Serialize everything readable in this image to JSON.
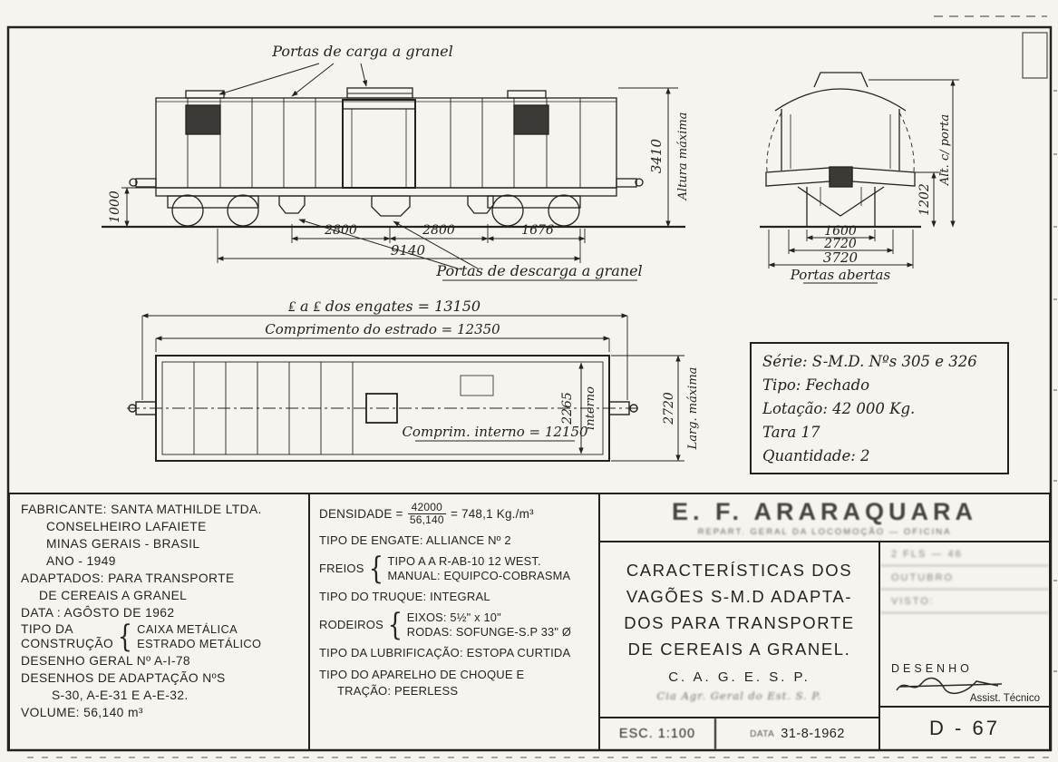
{
  "drawing": {
    "side_view": {
      "portas_carga": "Portas de carga a granel",
      "portas_descarga": "Portas de descarga a granel",
      "dim_1000": "1000",
      "dim_2800_a": "2800",
      "dim_2800_b": "2800",
      "dim_1676": "1676",
      "dim_9140": "9140",
      "dim_3410": "3410",
      "altura_maxima": "Altura máxima"
    },
    "end_view": {
      "dim_1600": "1600",
      "dim_2720": "2720",
      "dim_3720": "3720",
      "portas_abertas": "Portas abertas",
      "dim_1202": "1202",
      "alt_porta": "Alt. c/ porta"
    },
    "plan_view": {
      "engates": "₤ a ₤  dos engates = 13150",
      "estrado": "Comprimento do estrado = 12350",
      "interno": "Comprim. interno = 12150",
      "dim_2265": "2265",
      "interno_word": "interno",
      "dim_2720": "2720",
      "larg_maxima": "Larg. máxima"
    }
  },
  "series_box": {
    "serie": "Série:  S-M.D.  Nºs 305 e 326",
    "tipo": "Tipo:  Fechado",
    "lotacao": "Lotação: 42 000 Kg.",
    "tara": "Tara 17",
    "quantidade": "Quantidade:  2"
  },
  "spec_left": {
    "l1": "FABRICANTE: SANTA MATHILDE LTDA.",
    "l2": "CONSELHEIRO LAFAIETE",
    "l3": "MINAS GERAIS - BRASIL",
    "l4": "ANO - 1949",
    "l5": "ADAPTADOS: PARA TRANSPORTE",
    "l6": "DE CEREAIS A GRANEL",
    "l7": "DATA : AGÔSTO DE 1962",
    "tipo_label_1": "TIPO DA",
    "tipo_label_2": "CONSTRUÇÃO",
    "tipo_opt_1": "CAIXA METÁLICA",
    "tipo_opt_2": "ESTRADO METÁLICO",
    "l8": "DESENHO GERAL Nº  A-I-78",
    "l9": "DESENHOS DE ADAPTAÇÃO  NºS",
    "l10": "S-30, A-E-31 E A-E-32.",
    "volume": "VOLUME: 56,140 m³"
  },
  "spec_mid": {
    "densidade_label": "DENSIDADE =",
    "densidade_num": "42000",
    "densidade_den": "56,140",
    "densidade_result": "= 748,1 Kg./m³",
    "engate": "TIPO DE ENGATE: ALLIANCE Nº 2",
    "freios_label": "FREIOS",
    "freios_1": "TIPO A A R-AB-10 12 WEST.",
    "freios_2": "MANUAL: EQUIPCO-COBRASMA",
    "truque": "TIPO DO TRUQUE: INTEGRAL",
    "rodeiros_label": "RODEIROS",
    "rodeiros_1": "EIXOS: 5½\" x 10\"",
    "rodeiros_2": "RODAS: SOFUNGE-S.P 33\" Ø",
    "lubrificacao": "TIPO DA LUBRIFICAÇÃO: ESTOPA CURTIDA",
    "choque_1": "TIPO DO APARELHO DE CHOQUE E",
    "choque_2": "TRAÇÃO: PEERLESS"
  },
  "title_block": {
    "railway": "E. F. ARARAQUARA",
    "railway_sub": "REPART. GERAL DA LOCOMOÇÃO — OFICINA",
    "title_1": "CARACTERÍSTICAS DOS",
    "title_2": "VAGÕES S-M.D ADAPTA-",
    "title_3": "DOS PARA TRANSPORTE",
    "title_4": "DE CEREAIS A GRANEL.",
    "company": "C. A. G. E. S. P.",
    "company_sub": "Cia Agr. Geral do Est. S. P.",
    "esc": "ESC. 1:100",
    "data_label": "DATA",
    "data_value": "31-8-1962",
    "stamp_1": "2 FLS — 46",
    "stamp_2": "OUTUBRO",
    "stamp_3": "VISTO:",
    "desenho": "DESENHO",
    "assist": "Assist. Técnico",
    "number": "D - 67"
  }
}
